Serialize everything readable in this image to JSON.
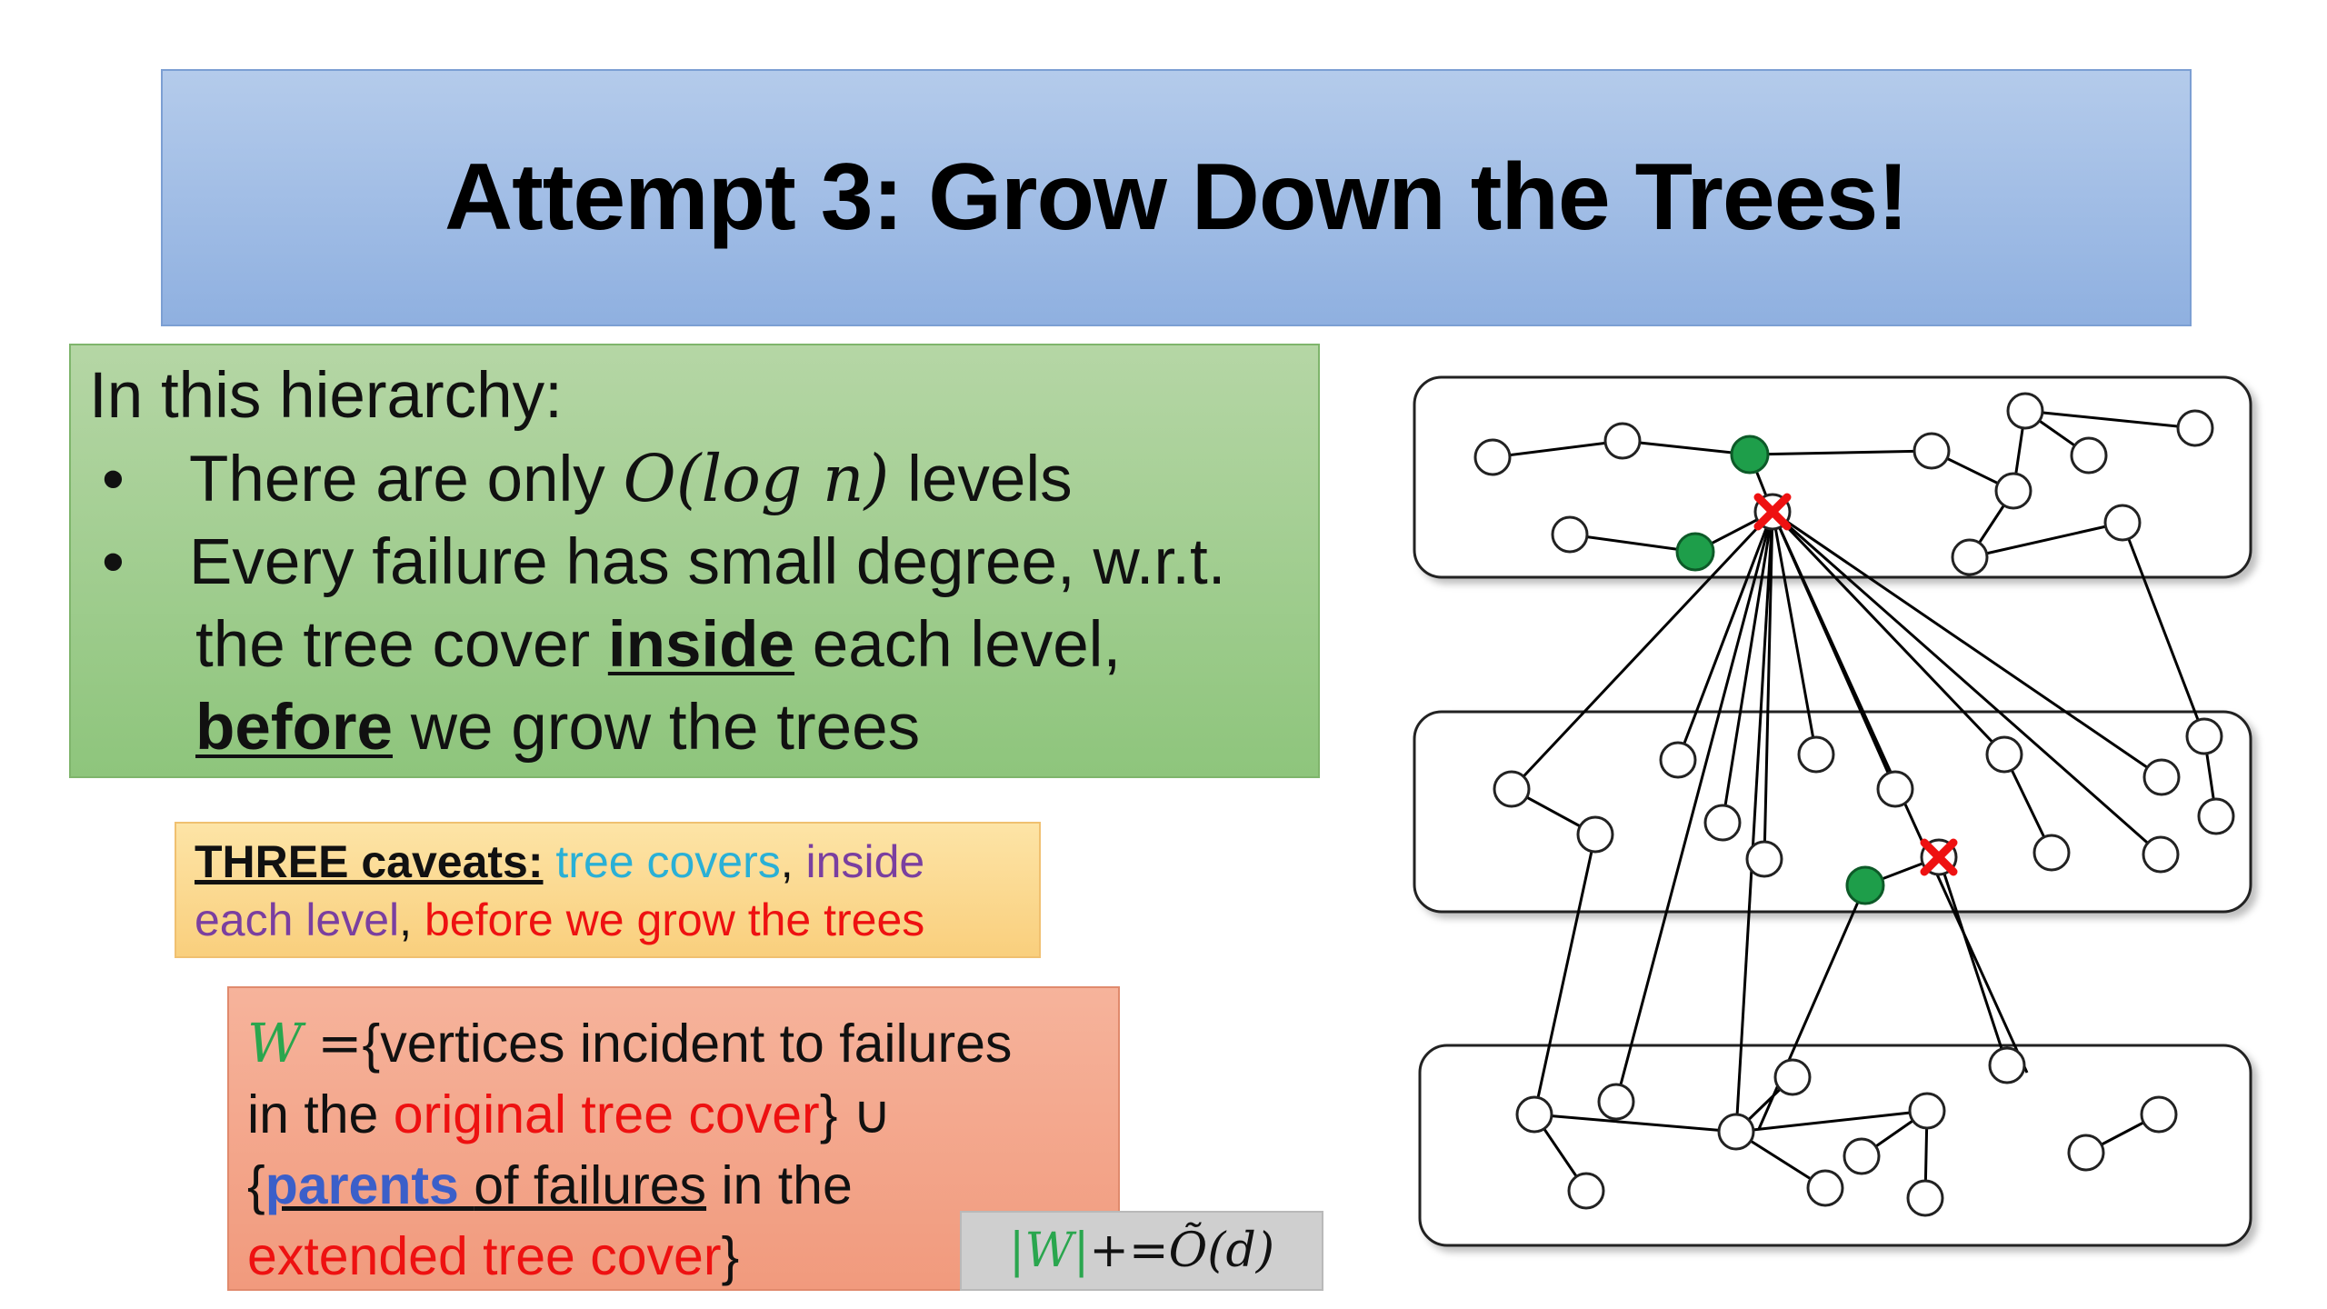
{
  "title": "Attempt 3: Grow Down the Trees!",
  "hierarchy": {
    "heading": "In this hierarchy:",
    "bullet_symbol": "•",
    "bullet1": {
      "pre": "There are only ",
      "math": "O(log n)",
      "post": " levels"
    },
    "bullet2": {
      "line1": "Every failure has small degree, w.r.t.",
      "line2_pre": "the tree cover ",
      "line2_em": "inside",
      "line2_post": " each level,",
      "line3_em": "before",
      "line3_post": " we grow the trees"
    }
  },
  "caveats": {
    "label": "THREE caveats:",
    "item1": "tree covers",
    "sep1": ",",
    "item2a": "inside",
    "item2b": "each level",
    "sep2": ",",
    "item3": "before we grow the trees"
  },
  "w_def": {
    "var": "W",
    "eq": "=",
    "l1": "{vertices incident to failures",
    "l2_pre": "in the ",
    "l2_red": "original tree cover",
    "l2_post": "} ∪",
    "l3_brace": "{",
    "l3_link": "parents ",
    "l3_mid": "of failures",
    "l3_post": " in the",
    "l4_red": "extended tree cover",
    "l4_post": "}"
  },
  "w_size": {
    "abs": "|W|",
    "op": " += ",
    "val": "Õ(d)"
  },
  "colors": {
    "title_bg": "#9fbde6",
    "hier_bg": "#a3cf91",
    "caveat_bg": "#fbd98f",
    "w_bg": "#f3a68b",
    "node_green": "#1e9e4a",
    "failure_red": "#ee1111"
  },
  "diagram": {
    "levels": 3,
    "icons": [
      "failure-x-icon",
      "node-circle-icon"
    ]
  }
}
